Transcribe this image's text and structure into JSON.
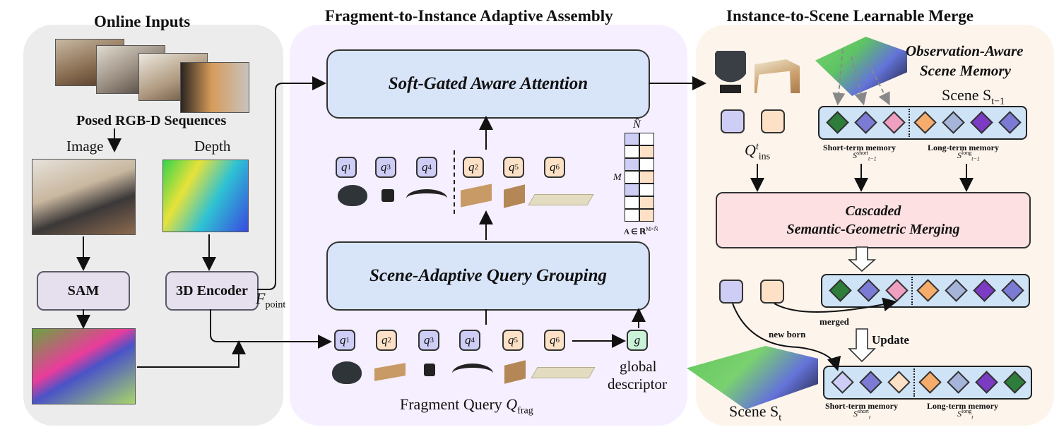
{
  "titles": {
    "online_inputs": "Online Inputs",
    "fragment_to_instance": "Fragment-to-Instance  Adaptive Assembly",
    "instance_to_scene": "Instance-to-Scene Learnable Merge"
  },
  "left": {
    "posed_rgbd": "Posed RGB-D Sequences",
    "image_label": "Image",
    "depth_label": "Depth",
    "sam_label": "SAM",
    "encoder_label": "3D Encoder",
    "f_point": "F",
    "f_point_sub": "point"
  },
  "middle": {
    "attention_label": "Soft-Gated Aware Attention",
    "grouping_label": "Scene-Adaptive Query Grouping",
    "grouped_queries": [
      {
        "label": "q",
        "sub": "1",
        "color": "blue"
      },
      {
        "label": "q",
        "sub": "3",
        "color": "blue"
      },
      {
        "label": "q",
        "sub": "4",
        "color": "blue"
      },
      {
        "label": "q",
        "sub": "2",
        "color": "orange"
      },
      {
        "label": "q",
        "sub": "5",
        "color": "orange"
      },
      {
        "label": "q",
        "sub": "6",
        "color": "orange"
      }
    ],
    "input_queries": [
      {
        "label": "q",
        "sub": "1",
        "color": "blue"
      },
      {
        "label": "q",
        "sub": "2",
        "color": "orange"
      },
      {
        "label": "q",
        "sub": "3",
        "color": "blue"
      },
      {
        "label": "q",
        "sub": "4",
        "color": "blue"
      },
      {
        "label": "q",
        "sub": "5",
        "color": "orange"
      },
      {
        "label": "q",
        "sub": "6",
        "color": "orange"
      }
    ],
    "g_label": "g",
    "global_descriptor_1": "global",
    "global_descriptor_2": "descriptor",
    "fragment_query": "Fragment Query",
    "q_frag": "Q",
    "q_frag_sub": "frag",
    "matrix_n": "N̂",
    "matrix_m": "M",
    "matrix_caption": "A ∈ ℝ",
    "matrix_caption_sup": "M×N̂",
    "matrix_cells": [
      [
        "b",
        "w"
      ],
      [
        "w",
        "o"
      ],
      [
        "b",
        "w"
      ],
      [
        "w",
        "o"
      ],
      [
        "b",
        "w"
      ],
      [
        "w",
        "o"
      ],
      [
        "w",
        "o"
      ]
    ]
  },
  "right": {
    "memory_title_1": "Observation-Aware",
    "memory_title_2": "Scene Memory",
    "scene_prev": "Scene S",
    "scene_prev_sub": "t−1",
    "q_ins": "Q",
    "q_ins_sup": "t",
    "q_ins_sub": "ins",
    "short_term": "Short-term memory",
    "long_term": "Long-term memory",
    "s_short_prev": "S",
    "s_short_prev_sup": "short",
    "s_short_prev_sub": "t−1",
    "s_long_prev_sup": "long",
    "merging_line1": "Cascaded",
    "merging_line2": "Semantic-Geometric Merging",
    "merged": "merged",
    "new_born": "new born",
    "update": "Update",
    "scene_now": "Scene S",
    "scene_now_sub": "t",
    "s_now_sub": "t",
    "row1": [
      "#2e7d3a",
      "#7b7bd6",
      "#ef9fc0",
      "#f6ac6a",
      "#a6b4da",
      "#7b3bc3",
      "#7b7bd6"
    ],
    "row2": [
      "#2e7d3a",
      "#7b7bd6",
      "#ef9fc0",
      "#f6ac6a",
      "#a6b4da",
      "#7b3bc3",
      "#7b7bd6"
    ],
    "row3": [
      "#cdcdf6",
      "#7b7bd6",
      "#fde1c6",
      "#f6ac6a",
      "#a6b4da",
      "#7b3bc3",
      "#2e7d3a"
    ]
  },
  "colors": {
    "query_blue": "#cdcdf6",
    "query_orange": "#fde1c6",
    "module_purple": "#e6dfee",
    "block_blue": "#d8e4f8",
    "merge_pink": "#fde0e2",
    "global_green": "#c9f2d8"
  }
}
